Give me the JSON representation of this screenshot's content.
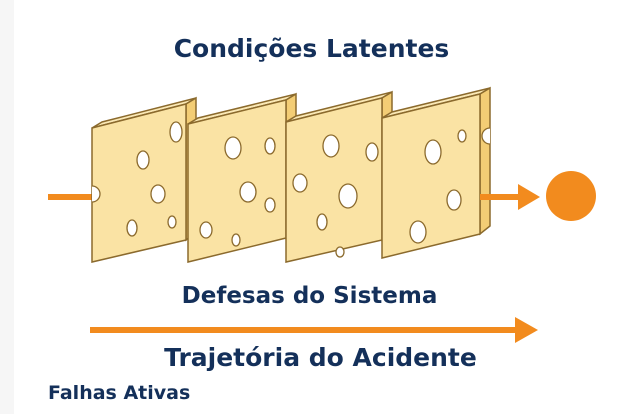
{
  "labels": {
    "latent_conditions": "Condições Latentes",
    "system_defenses": "Defesas do Sistema",
    "accident_trajectory": "Trajetória do Acidente",
    "active_failures": "Falhas Ativas"
  },
  "colors": {
    "cheese_face": "#fae3a4",
    "cheese_side": "#f3cd75",
    "cheese_outline": "#8b6a2d",
    "arrow": "#f28b1e",
    "text": "#14305a"
  }
}
